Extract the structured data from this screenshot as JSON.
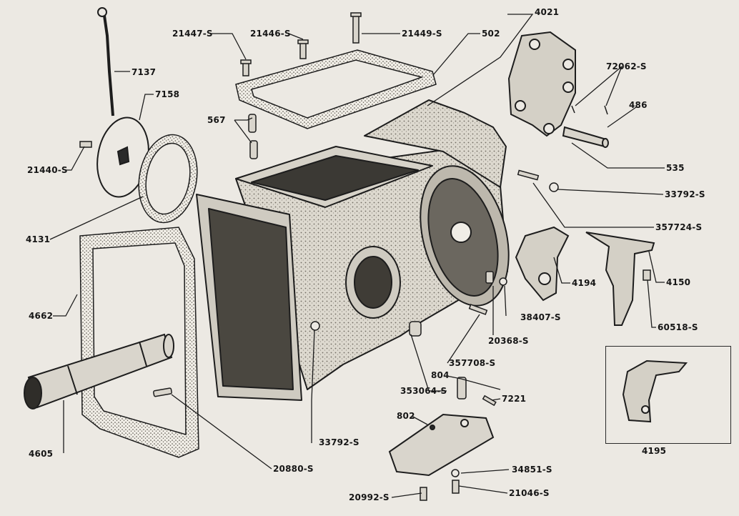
{
  "labels": {
    "p_21447s": "21447-S",
    "p_21446s": "21446-S",
    "p_21449s": "21449-S",
    "p_4021": "4021",
    "p_502": "502",
    "p_7137": "7137",
    "p_7158": "7158",
    "p_72062s": "72062-S",
    "p_486": "486",
    "p_567": "567",
    "p_21440s": "21440-S",
    "p_535": "535",
    "p_33792s_upper": "33792-S",
    "p_4131": "4131",
    "p_357724s": "357724-S",
    "p_4194": "4194",
    "p_4150": "4150",
    "p_4662": "4662",
    "p_38407s": "38407-S",
    "p_60518s": "60518-S",
    "p_20368s": "20368-S",
    "p_357708s": "357708-S",
    "p_804": "804",
    "p_353064s": "353064-S",
    "p_7221": "7221",
    "p_802": "802",
    "p_4195": "4195",
    "p_33792s_lower": "33792-S",
    "p_4605": "4605",
    "p_20880s": "20880-S",
    "p_34851s": "34851-S",
    "p_21046s": "21046-S",
    "p_20992s": "20992-S"
  },
  "colors": {
    "paper": "#ece9e3",
    "ink": "#161616",
    "metal": "#d9d5cc",
    "shadow": "#8c877d"
  }
}
